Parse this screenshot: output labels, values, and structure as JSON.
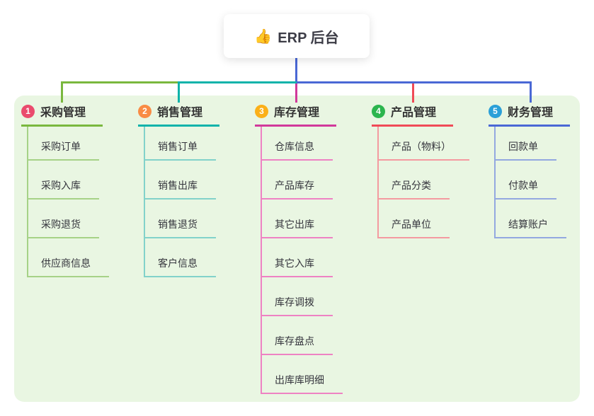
{
  "root": {
    "icon": "👍",
    "label": "ERP 后台"
  },
  "panel_color": "#e9f6e2",
  "connectors": {
    "root_line_color": "#4a68d5",
    "left_segment_color": "#7ab83e",
    "mid_segment_color": "#0db3aa",
    "right_segment_color": "#4a68d5",
    "drop_colors": [
      "#7ab83e",
      "#0db3aa",
      "#d1399b",
      "#f04b57",
      "#4a68d5"
    ]
  },
  "branches": [
    {
      "index": "1",
      "label": "采购管理",
      "badge_color": "#ea4b6d",
      "line_color": "#7ab83e",
      "child_line_color": "#a6d287",
      "children": [
        "采购订单",
        "采购入库",
        "采购退货",
        "供应商信息"
      ]
    },
    {
      "index": "2",
      "label": "销售管理",
      "badge_color": "#f98c45",
      "line_color": "#0db3aa",
      "child_line_color": "#82d2ca",
      "children": [
        "销售订单",
        "销售出库",
        "销售退货",
        "客户信息"
      ]
    },
    {
      "index": "3",
      "label": "库存管理",
      "badge_color": "#fbb018",
      "line_color": "#d1399b",
      "child_line_color": "#ee82c3",
      "children": [
        "仓库信息",
        "产品库存",
        "其它出库",
        "其它入库",
        "库存调拨",
        "库存盘点",
        "出库库明细"
      ]
    },
    {
      "index": "4",
      "label": "产品管理",
      "badge_color": "#2cb54e",
      "line_color": "#f04b57",
      "child_line_color": "#f49aa0",
      "children": [
        "产品（物料）",
        "产品分类",
        "产品单位"
      ]
    },
    {
      "index": "5",
      "label": "财务管理",
      "badge_color": "#2ba0d8",
      "line_color": "#4a68d5",
      "child_line_color": "#93a8e0",
      "children": [
        "回款单",
        "付款单",
        "结算账户"
      ]
    }
  ]
}
